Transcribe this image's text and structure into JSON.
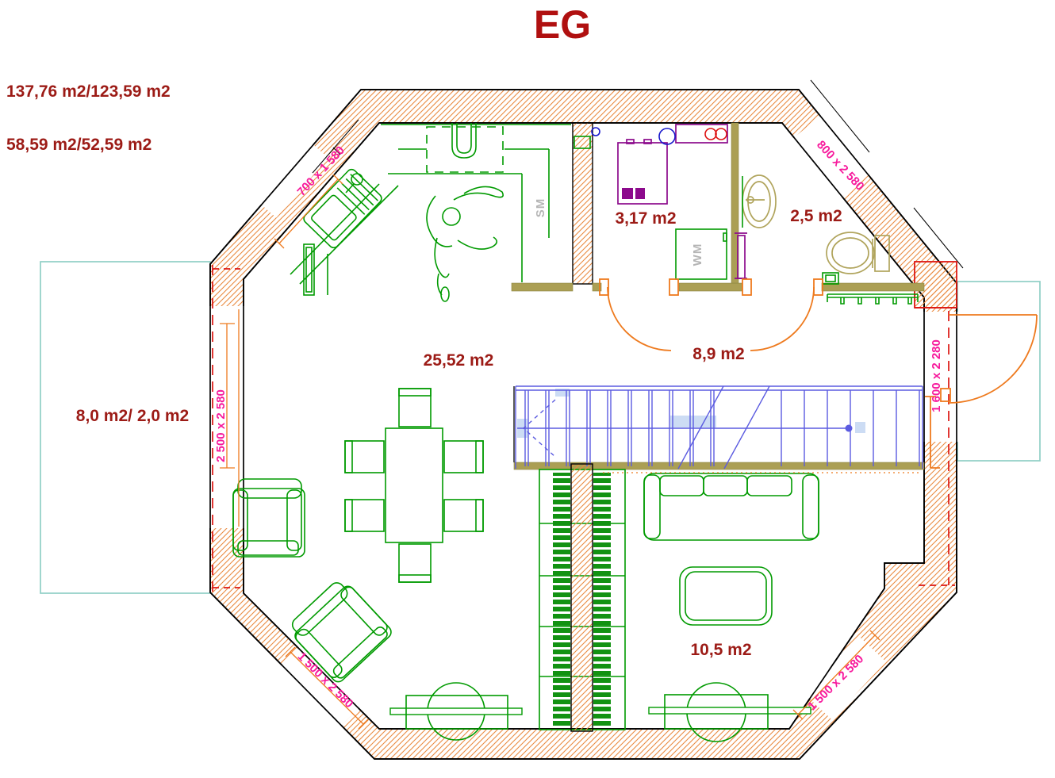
{
  "title": "EG",
  "stats": {
    "line1": "137,76 m2/123,59 m2",
    "line2": "58,59 m2/52,59 m2"
  },
  "rooms": {
    "living_dining": {
      "area": "25,52 m2"
    },
    "hallway": {
      "area": "8,9 m2"
    },
    "utility_room": {
      "area": "3,17 m2"
    },
    "wc": {
      "area": "2,5 m2"
    },
    "room_bottom_right": {
      "area": "10,5 m2"
    },
    "terrace_left": {
      "area": "8,0 m2/ 2,0 m2"
    }
  },
  "openings": {
    "window_top_left": "700 x 1 580",
    "window_top_right": "800 x 2 580",
    "window_left": "2 500 x 2 580",
    "door_right": "1 600 x 2 280",
    "window_bottom_left": "1 500 x 2 580",
    "window_bottom_right": "1 500 x 2 580"
  },
  "appliances": {
    "dishwasher": "SM",
    "washing_machine": "WM"
  },
  "colors": {
    "title_text": "#b01010",
    "area_text": "#9c1b16",
    "dimension_text": "#f7199c",
    "wall_hatch": "#e98a40",
    "partition_wall": "#ab9f54",
    "furniture_green": "#009a00",
    "stairs_blue": "#5b5be0",
    "door_orange": "#ee7a1e",
    "marking_red": "#dc1612",
    "terrace_teal": "#8fcfc6",
    "appliance_purple": "#8c0a8c",
    "fixture_olive": "#b0a45c",
    "electric_blue": "#1616cc",
    "hint_gray": "#b5b5b5"
  }
}
